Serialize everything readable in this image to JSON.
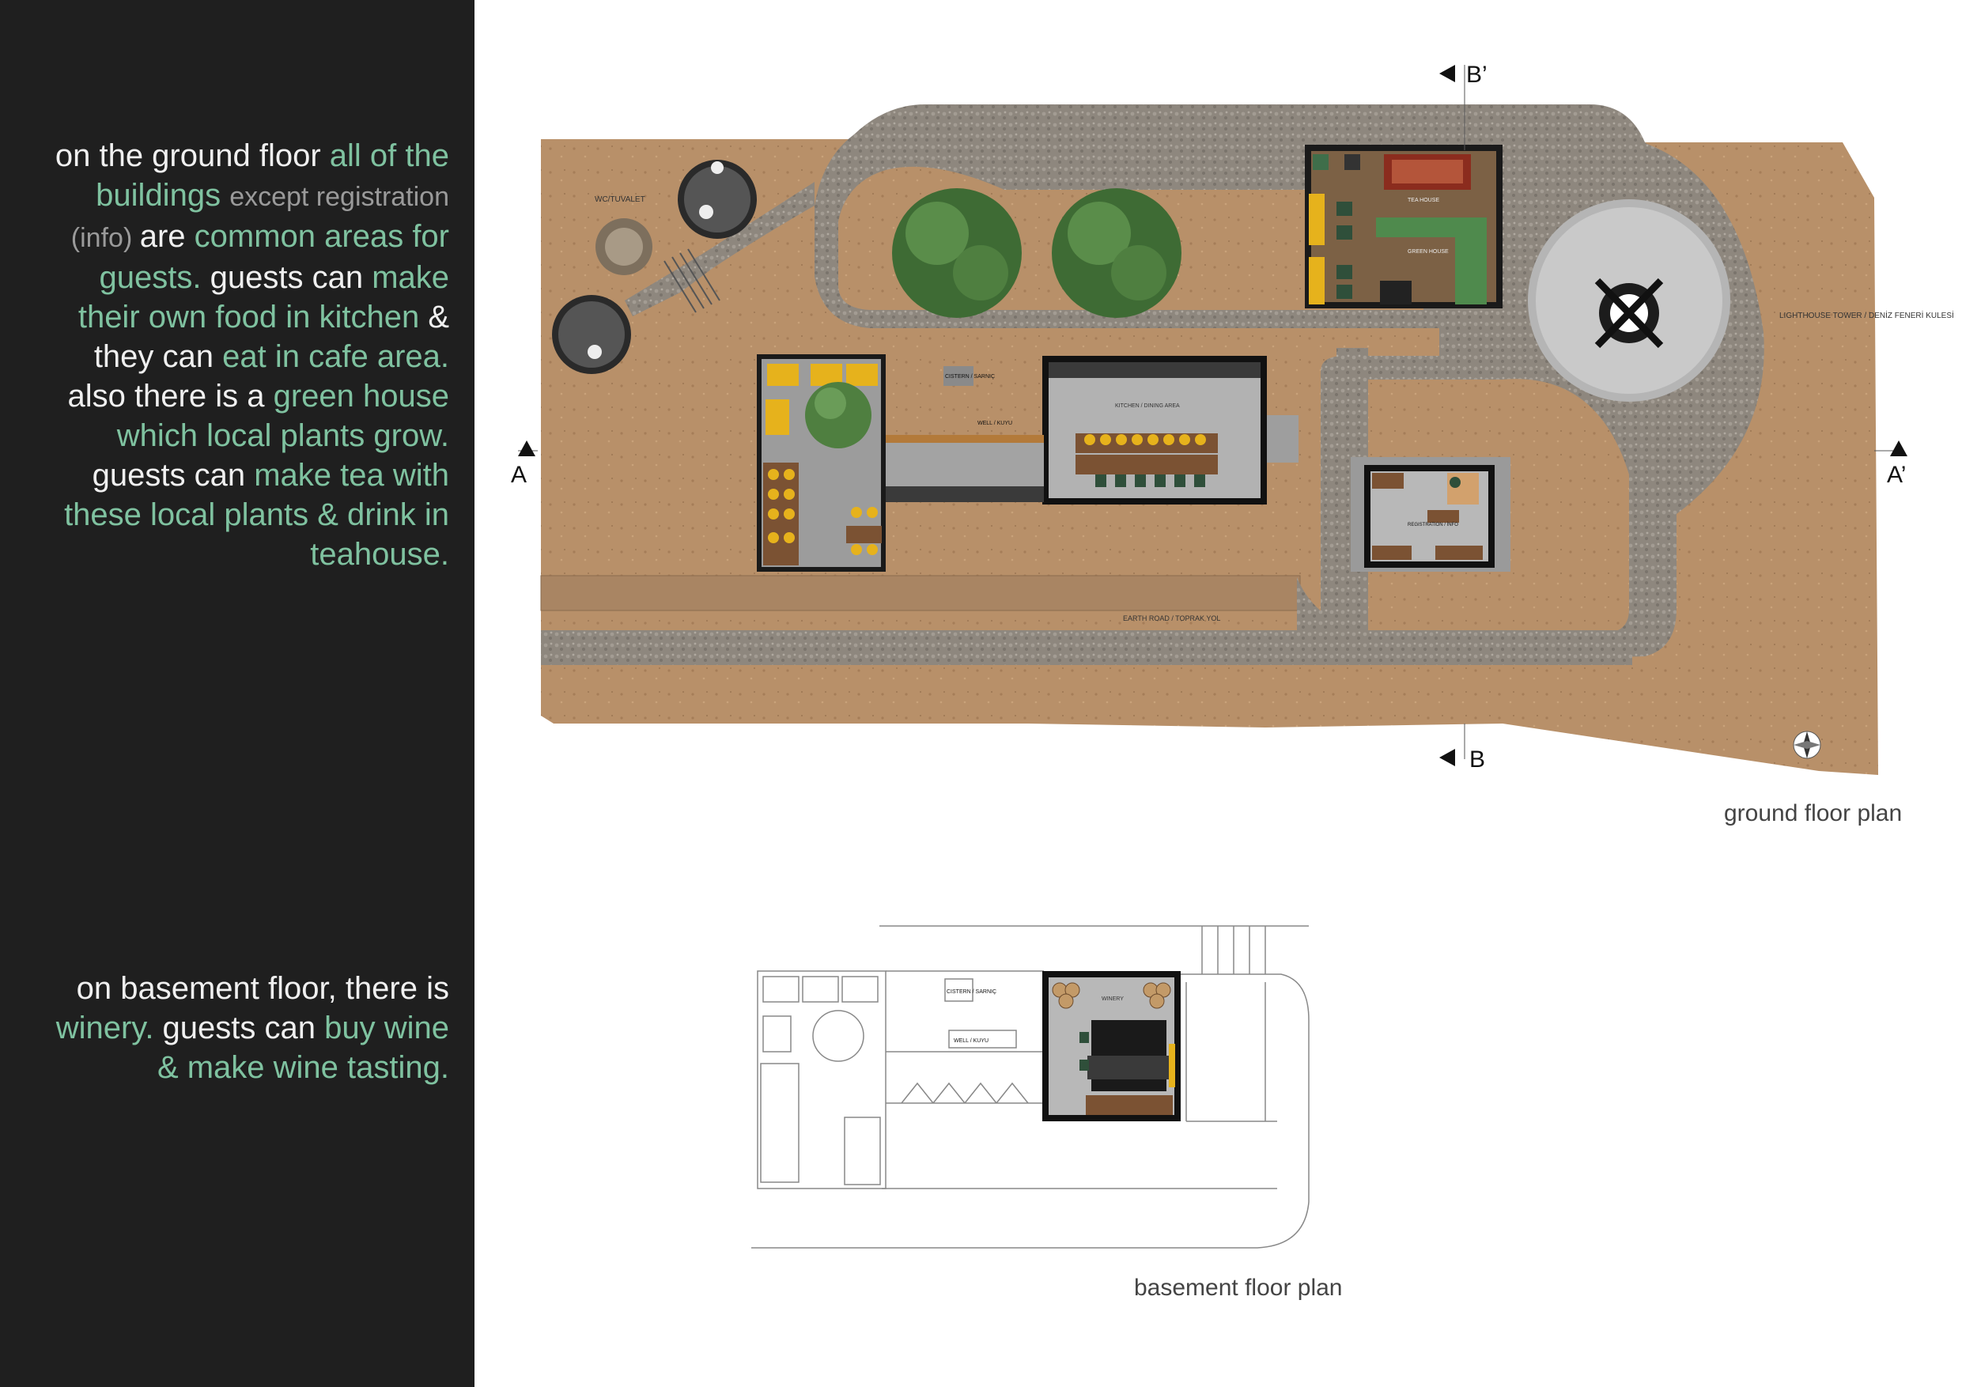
{
  "description_text": {
    "p1": [
      {
        "t": "on the ground floor ",
        "c": "w"
      },
      {
        "t": "all of the buildings ",
        "c": "g"
      },
      {
        "t": "except registration (info) ",
        "c": "m"
      },
      {
        "t": "are ",
        "c": "w"
      },
      {
        "t": "common areas for guests. ",
        "c": "g"
      },
      {
        "t": "guests can ",
        "c": "w"
      },
      {
        "t": "make their own food in kitchen ",
        "c": "g"
      },
      {
        "t": "& they can ",
        "c": "w"
      },
      {
        "t": "eat in cafe area. ",
        "c": "g"
      },
      {
        "t": "also there is a ",
        "c": "w"
      },
      {
        "t": "green house which local plants grow. ",
        "c": "g"
      },
      {
        "t": "guests can ",
        "c": "w"
      },
      {
        "t": "make tea with these local plants & drink in teahouse.",
        "c": "g"
      }
    ],
    "p2": [
      {
        "t": "on basement floor, there is ",
        "c": "w"
      },
      {
        "t": "winery. ",
        "c": "g"
      },
      {
        "t": "guests can ",
        "c": "w"
      },
      {
        "t": "buy wine & make wine tasting.",
        "c": "g"
      }
    ]
  },
  "captions": {
    "ground": "ground floor plan",
    "basement": "basement floor plan"
  },
  "section_markers": {
    "a": "A",
    "a_prime": "A’",
    "b": "B",
    "b_prime": "B’"
  },
  "ground_plan_labels": {
    "wc": "WC/TUVALET",
    "teahouse": "TEA HOUSE",
    "greenhouse": "GREEN HOUSE",
    "kitchen": "KITCHEN / DINING AREA",
    "cistern": "CISTERN / SARNIÇ",
    "well": "WELL / KUYU",
    "lighthouse": "LIGHTHOUSE TOWER / DENİZ FENERİ KULESİ",
    "registration": "REGISTRATION / İNFO",
    "earth_road": "EARTH ROAD / TOPRAK YOL"
  },
  "basement_plan_labels": {
    "cistern": "CISTERN / SARNIÇ",
    "well": "WELL / KUYU",
    "winery": "WINERY"
  },
  "colors": {
    "sidebar": "#1f1f1f",
    "highlight": "#7fc2a0",
    "soil": "#b8906a",
    "path": "#8c857c"
  }
}
